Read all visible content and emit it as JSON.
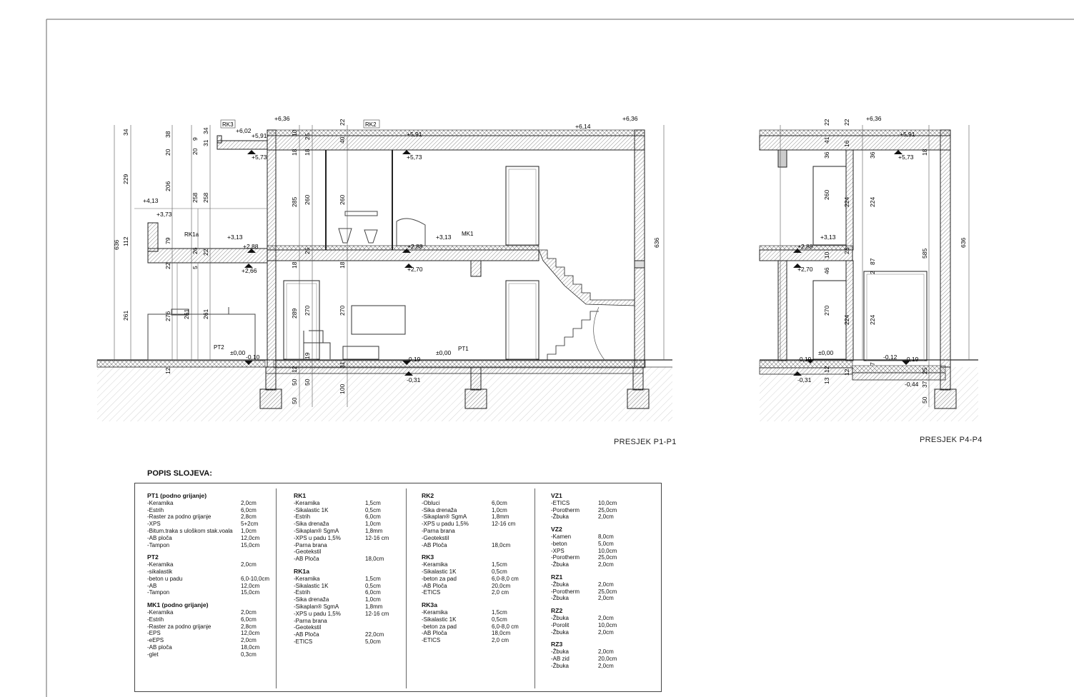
{
  "sections": {
    "p1": {
      "title": "PRESJEK P1-P1",
      "levels": [
        "+6,36",
        "+6,36",
        "+6,02",
        "+5,91",
        "+5,91",
        "+6,14",
        "+5,73",
        "+5,73",
        "+4,13",
        "+3,73",
        "+3,13",
        "+3,13",
        "+2,88",
        "+2,88",
        "+2,66",
        "+2,70",
        "±0,00",
        "-0,10",
        "-0,19",
        "±0,00",
        "-0,31"
      ],
      "tags": [
        "RK3",
        "RK2",
        "RK1a",
        "MK1",
        "PT2",
        "PT1"
      ],
      "dims_left": [
        "34",
        "229",
        "636",
        "112",
        "261",
        "12"
      ],
      "dims_a": [
        "20",
        "38",
        "206",
        "79",
        "22",
        "276"
      ],
      "dims_b": [
        "20",
        "9",
        "258",
        "26",
        "5",
        "261"
      ],
      "dims_c": [
        "31",
        "34",
        "258",
        "22",
        "261"
      ],
      "dims_d": [
        "10",
        "18",
        "285",
        "18",
        "289",
        "12",
        "50",
        "50"
      ],
      "dims_e": [
        "18",
        "25",
        "260",
        "25",
        "270",
        "19",
        "50"
      ],
      "dims_f": [
        "22",
        "40",
        "260",
        "18",
        "270",
        "31",
        "100"
      ],
      "dims_right": [
        "636"
      ]
    },
    "p4": {
      "title": "PRESJEK P4-P4",
      "levels": [
        "+6,36",
        "+5,91",
        "+5,73",
        "+3,13",
        "+2,88",
        "+2,70",
        "±0,00",
        "-0,19",
        "-0,12",
        "-0,19",
        "-0,31",
        "-0,44"
      ],
      "dims_a": [
        "22",
        "41",
        "36",
        "260",
        "10",
        "46",
        "270",
        "12",
        "13"
      ],
      "dims_b": [
        "22",
        "16",
        "224",
        "25",
        "224",
        "12"
      ],
      "dims_c": [
        "36",
        "224",
        "87",
        "2",
        "224",
        "7"
      ],
      "dims_d": [
        "18",
        "585",
        "25",
        "37",
        "50"
      ],
      "dims_right": [
        "636"
      ]
    }
  },
  "legend": {
    "heading": "POPIS SLOJEVA:",
    "columns": [
      [
        {
          "title": "PT1 (podno grijanje)",
          "rows": [
            [
              "-Keramika",
              "2,0cm"
            ],
            [
              "-Estrih",
              "6,0cm"
            ],
            [
              "-Raster za podno grijanje",
              "2,8cm"
            ],
            [
              "-XPS",
              "5+2cm"
            ],
            [
              "-Bitum.traka s uloškom stak.voala",
              "1,0cm"
            ],
            [
              "-AB ploča",
              "12,0cm"
            ],
            [
              "-Tampon",
              "15,0cm"
            ]
          ]
        },
        {
          "title": "PT2",
          "rows": [
            [
              "-Keramika",
              "2,0cm"
            ],
            [
              "-sikalastik",
              ""
            ],
            [
              "-beton u padu",
              "6,0-10,0cm"
            ],
            [
              "-AB",
              "12,0cm"
            ],
            [
              "-Tampon",
              "15,0cm"
            ]
          ]
        },
        {
          "title": "MK1 (podno grijanje)",
          "rows": [
            [
              "-Keramika",
              "2,0cm"
            ],
            [
              "-Estrih",
              "6,0cm"
            ],
            [
              "-Raster za podno grijanje",
              "2,8cm"
            ],
            [
              "-EPS",
              "12,0cm"
            ],
            [
              "-eEPS",
              "2,0cm"
            ],
            [
              "-AB ploča",
              "18,0cm"
            ],
            [
              "-glet",
              "0,3cm"
            ]
          ]
        }
      ],
      [
        {
          "title": "RK1",
          "rows": [
            [
              "-Keramika",
              "1,5cm"
            ],
            [
              "-Sikalastic 1K",
              "0,5cm"
            ],
            [
              "-Estrih",
              "6,0cm"
            ],
            [
              "-Sika drenaža",
              "1,0cm"
            ],
            [
              "-Sikaplan® SgmA",
              "1,8mm"
            ],
            [
              "-XPS u padu 1,5%",
              "12-16 cm"
            ],
            [
              "-Parna brana",
              ""
            ],
            [
              "-Geotekstil",
              ""
            ],
            [
              "-AB Ploča",
              "18,0cm"
            ]
          ]
        },
        {
          "title": "RK1a",
          "rows": [
            [
              "-Keramika",
              "1,5cm"
            ],
            [
              "-Sikalastic 1K",
              "0,5cm"
            ],
            [
              "-Estrih",
              "6,0cm"
            ],
            [
              "-Sika drenaža",
              "1,0cm"
            ],
            [
              "-Sikaplan® SgmA",
              "1,8mm"
            ],
            [
              "-XPS u padu 1,5%",
              "12-16 cm"
            ],
            [
              "-Parna brana",
              ""
            ],
            [
              "-Geotekstil",
              ""
            ],
            [
              "-AB Ploča",
              "22,0cm"
            ],
            [
              "-ETICS",
              "5,0cm"
            ]
          ]
        }
      ],
      [
        {
          "title": "RK2",
          "rows": [
            [
              "-Obluci",
              "6,0cm"
            ],
            [
              "-Sika drenaža",
              "1,0cm"
            ],
            [
              "-Sikaplan® SgmA",
              "1,8mm"
            ],
            [
              "-XPS u padu 1,5%",
              "12-16 cm"
            ],
            [
              "-Parna brana",
              ""
            ],
            [
              "-Geotekstil",
              ""
            ],
            [
              "-AB Ploča",
              "18,0cm"
            ]
          ]
        },
        {
          "title": "RK3",
          "rows": [
            [
              "-Keramika",
              "1,5cm"
            ],
            [
              "-Sikalastic 1K",
              "0,5cm"
            ],
            [
              "-beton za pad",
              "6,0-8,0 cm"
            ],
            [
              "-AB Ploča",
              "20,0cm"
            ],
            [
              "-ETICS",
              "2,0 cm"
            ]
          ]
        },
        {
          "title": "RK3a",
          "rows": [
            [
              "-Keramika",
              "1,5cm"
            ],
            [
              "-Sikalastic 1K",
              "0,5cm"
            ],
            [
              "-beton za pad",
              "6,0-8,0 cm"
            ],
            [
              "-AB Ploča",
              "18,0cm"
            ],
            [
              "-ETICS",
              "2,0 cm"
            ]
          ]
        }
      ],
      [
        {
          "title": "VZ1",
          "rows": [
            [
              "-ETICS",
              "10,0cm"
            ],
            [
              "-Porotherm",
              "25,0cm"
            ],
            [
              "-Žbuka",
              "2,0cm"
            ]
          ]
        },
        {
          "title": "VZ2",
          "rows": [
            [
              "-Kamen",
              "8,0cm"
            ],
            [
              "-beton",
              "5,0cm"
            ],
            [
              "-XPS",
              "10,0cm"
            ],
            [
              "-Porotherm",
              "25,0cm"
            ],
            [
              "-Žbuka",
              "2,0cm"
            ]
          ]
        },
        {
          "title": "RZ1",
          "rows": [
            [
              "-Žbuka",
              "2,0cm"
            ],
            [
              "-Porotherm",
              "25,0cm"
            ],
            [
              "-Žbuka",
              "2,0cm"
            ]
          ]
        },
        {
          "title": "RZ2",
          "rows": [
            [
              "-Žbuka",
              "2,0cm"
            ],
            [
              "-Porolit",
              "10,0cm"
            ],
            [
              "-Žbuka",
              "2,0cm"
            ]
          ]
        },
        {
          "title": "RZ3",
          "rows": [
            [
              "-Žbuka",
              "2,0cm"
            ],
            [
              "-AB zid",
              "20,0cm"
            ],
            [
              "-Žbuka",
              "2,0cm"
            ]
          ]
        }
      ]
    ]
  },
  "colors": {
    "line": "#222222",
    "hatch": "#9a9a9a",
    "wall": "#cfcfcf",
    "ground": "#b5b5b5"
  }
}
